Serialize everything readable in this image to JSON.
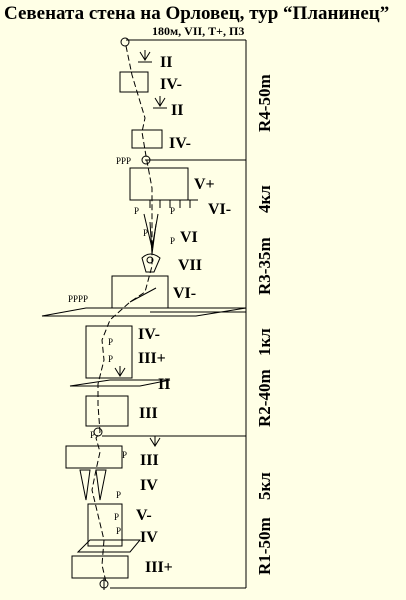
{
  "title": "Севената стена на Орловец, тур “Планинец”",
  "subtitle": "180м, VII, Т+, П3",
  "pitches": [
    {
      "name": "R4-50m",
      "anchor": ""
    },
    {
      "name": "R3-35m",
      "anchor": "4кл"
    },
    {
      "name": "R2-40m",
      "anchor": "1кл"
    },
    {
      "name": "R1-50m",
      "anchor": "5кл"
    }
  ],
  "grades": [
    "II",
    "IV-",
    "II",
    "IV-",
    "V+",
    "VI-",
    "VI",
    "VII",
    "VI-",
    "IV-",
    "III+",
    "II",
    "III",
    "III",
    "IV",
    "V-",
    "IV",
    "III+"
  ],
  "piton_marks": [
    "PPP",
    "PPPP",
    "P"
  ],
  "colors": {
    "ink": "#000000",
    "background": "#FFFFE6"
  }
}
